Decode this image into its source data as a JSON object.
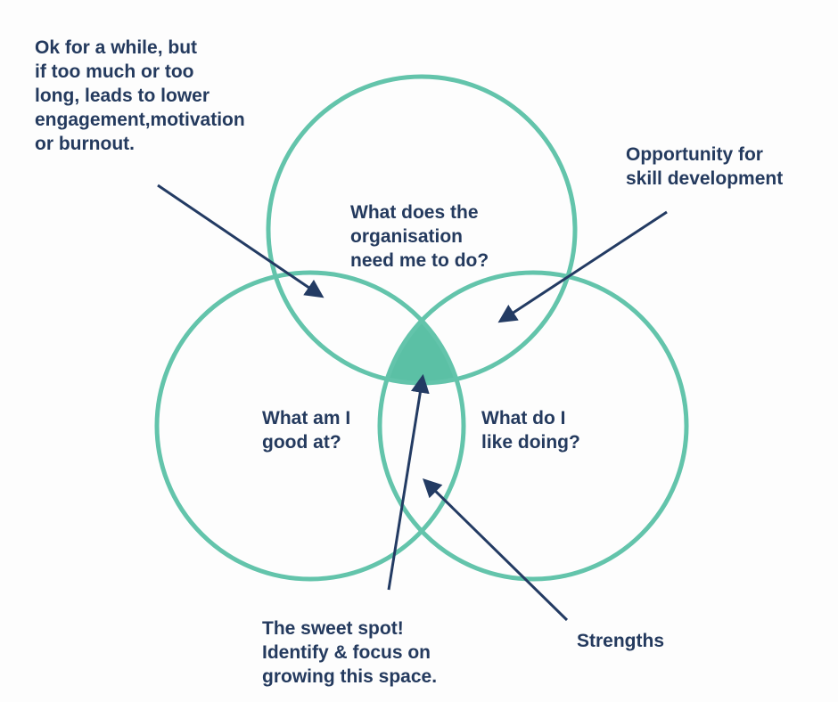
{
  "colors": {
    "circle": "#63c4ab",
    "sweet_spot": "#5bc0a5",
    "arrow": "#233b63",
    "text": "#243a5e"
  },
  "circles": {
    "top": [
      "What does the",
      "organisation",
      "need me to do?"
    ],
    "left": [
      "What am I",
      "good at?"
    ],
    "right": [
      "What do I",
      "like doing?"
    ]
  },
  "annotations": {
    "top_left": [
      "Ok for a while, but",
      "if too much or too",
      "long, leads to lower",
      "engagement,motivation",
      "or burnout."
    ],
    "top_right": [
      "Opportunity for",
      "skill development"
    ],
    "sweet_spot": [
      "The sweet spot!",
      "Identify & focus on",
      "growing this space."
    ],
    "strengths": [
      "Strengths"
    ]
  }
}
